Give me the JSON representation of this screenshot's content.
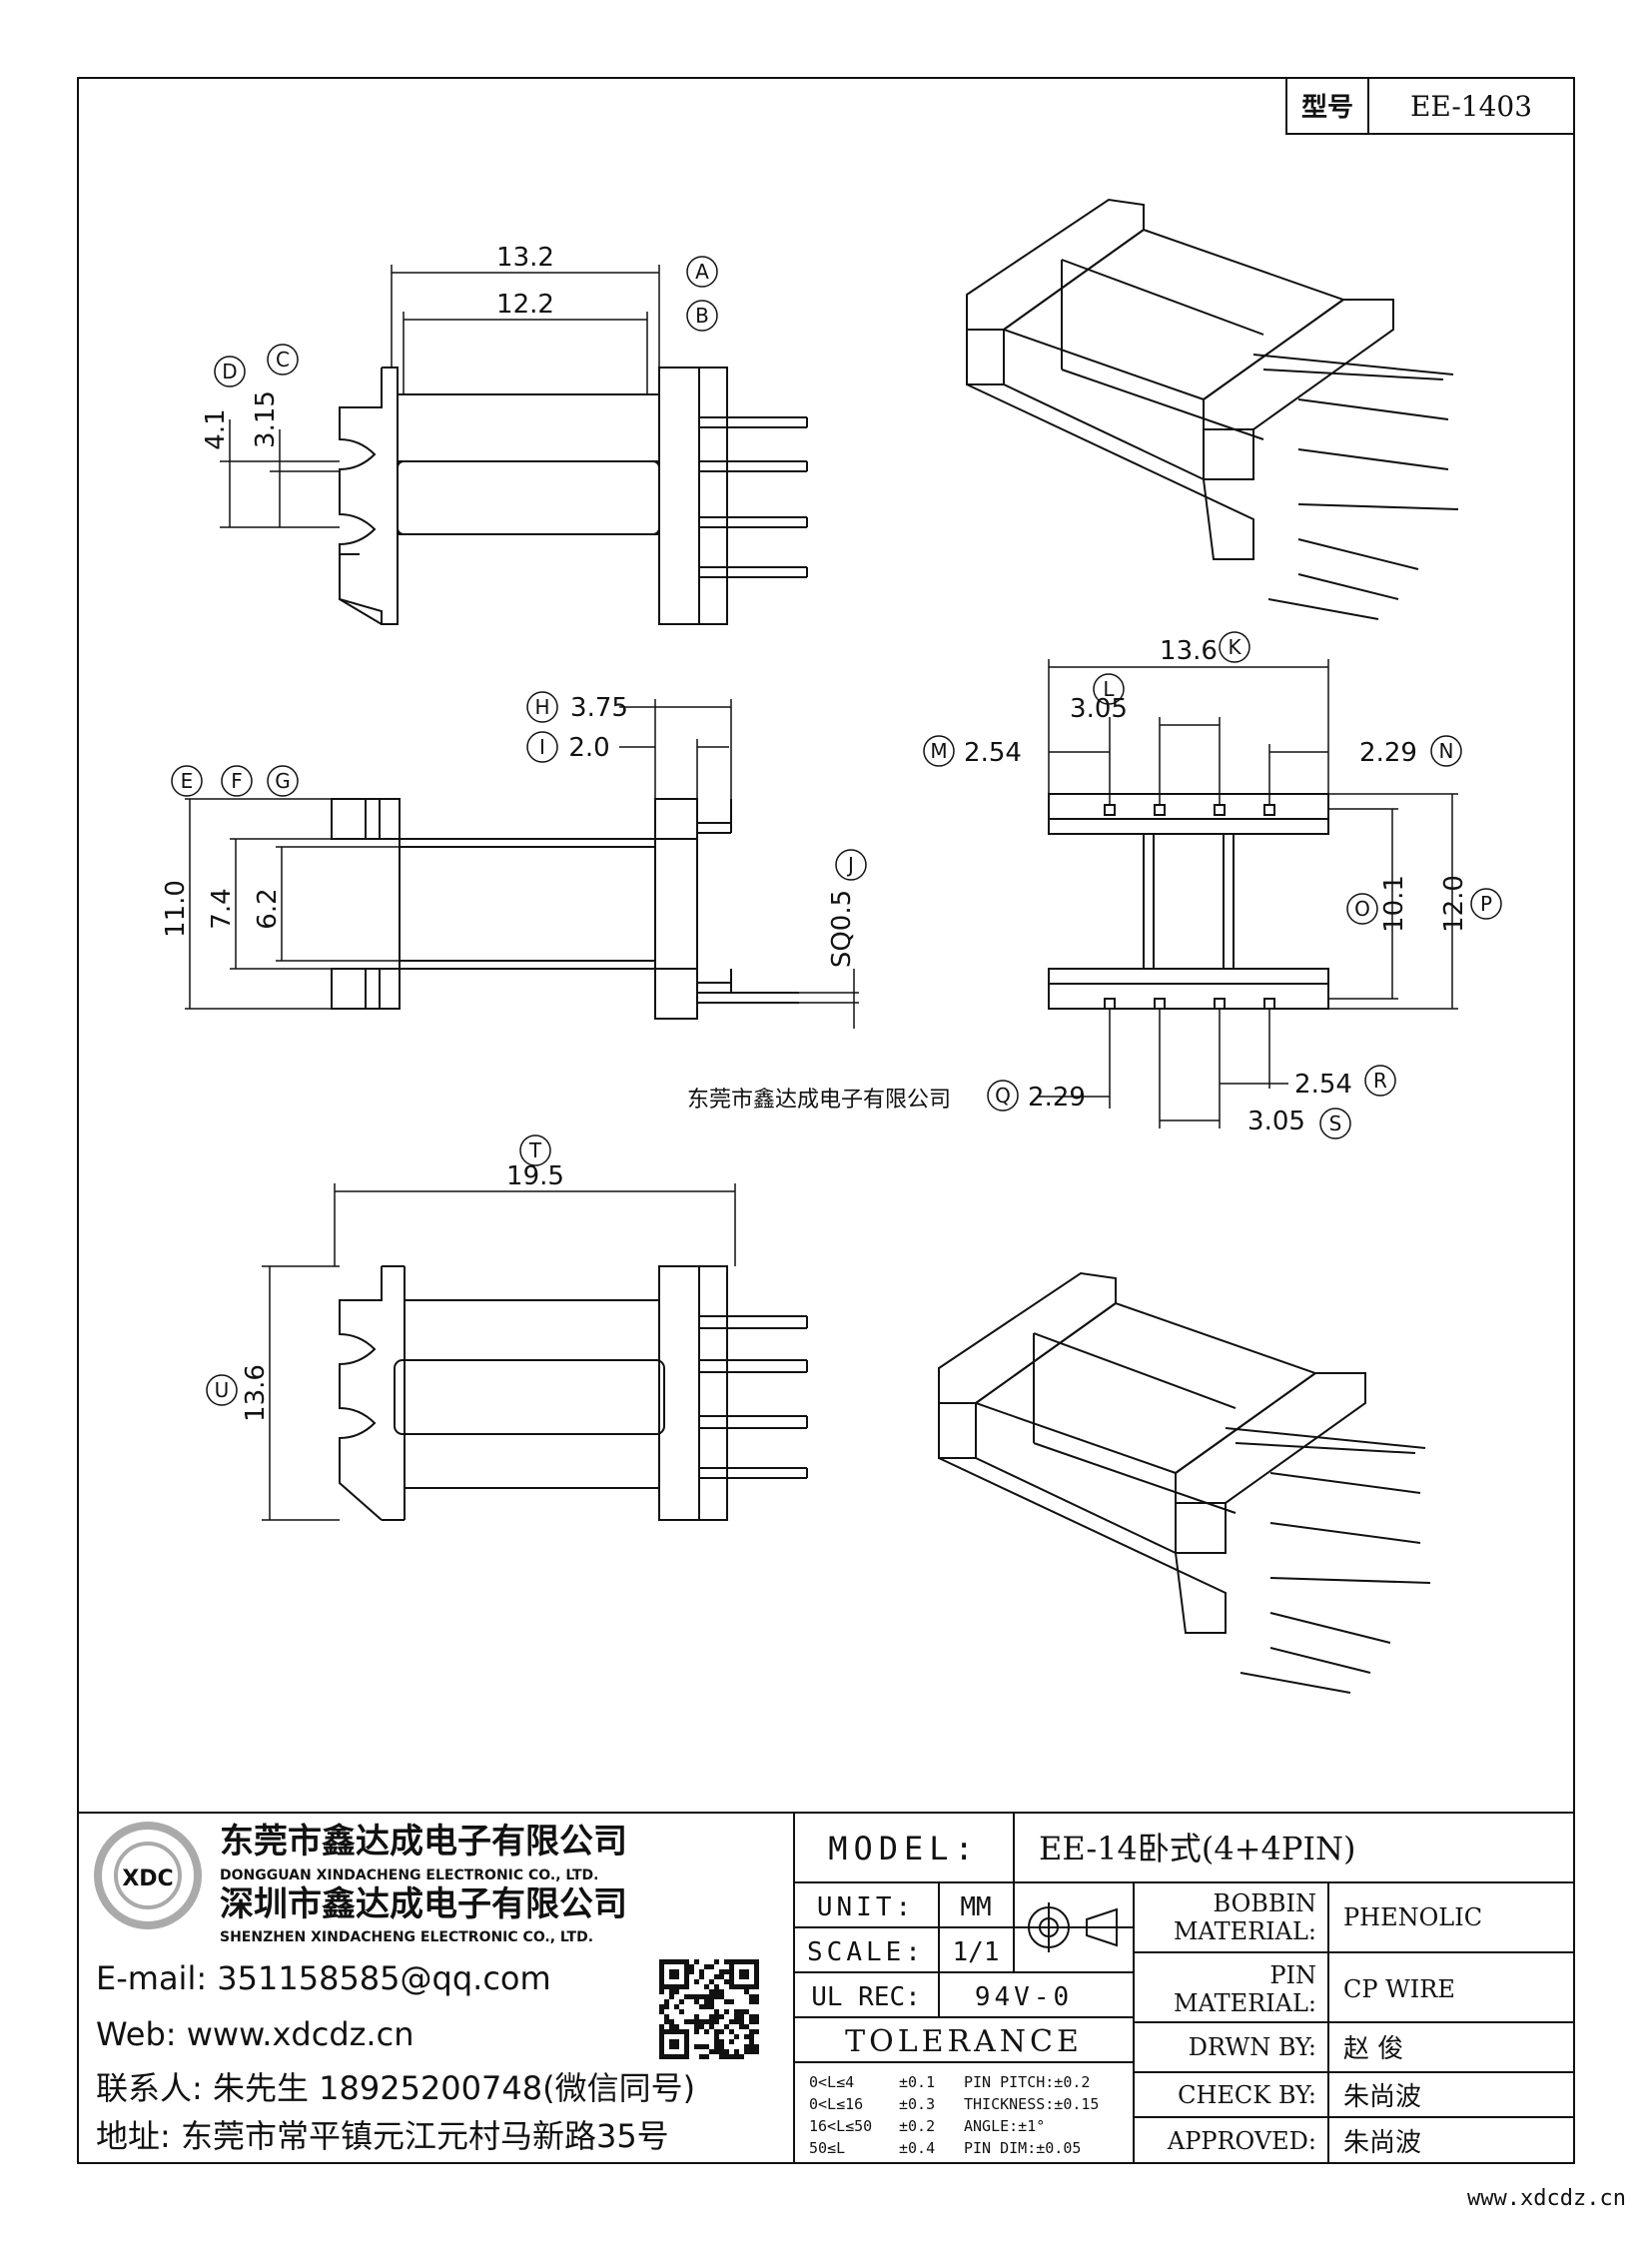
{
  "title_block": {
    "type_label": "型号",
    "type_value": "EE-1403"
  },
  "dimensions": {
    "A": "13.2",
    "B": "12.2",
    "C": "3.15",
    "D": "4.1",
    "E": "11.0",
    "F": "7.4",
    "G": "6.2",
    "H": "3.75",
    "I": "2.0",
    "J": "SQ0.5",
    "K": "13.6",
    "L": "3.05",
    "M": "2.54",
    "N": "2.29",
    "O": "10.1",
    "P": "12.0",
    "Q": "2.29",
    "R": "2.54",
    "S": "3.05",
    "T": "19.5",
    "U": "13.6"
  },
  "dimension_markers": [
    "A",
    "B",
    "C",
    "D",
    "E",
    "F",
    "G",
    "H",
    "I",
    "J",
    "K",
    "L",
    "M",
    "N",
    "O",
    "P",
    "Q",
    "R",
    "S",
    "T",
    "U"
  ],
  "watermark": "东莞市鑫达成电子有限公司",
  "company": {
    "name_cn_1": "东莞市鑫达成电子有限公司",
    "name_en_1": "DONGGUAN XINDACHENG ELECTRONIC CO., LTD.",
    "name_cn_2": "深圳市鑫达成电子有限公司",
    "name_en_2": "SHENZHEN XINDACHENG ELECTRONIC CO., LTD.",
    "logo_text": "XDC",
    "email": "E-mail: 351158585@qq.com",
    "web": "Web: www.xdcdz.cn",
    "contact": "联系人: 朱先生 18925200748(微信同号)",
    "address": "地址: 东莞市常平镇元江元村马新路35号"
  },
  "spec": {
    "model_label": "MODEL:",
    "model_value": "EE-14卧式(4+4PIN)",
    "unit_label": "UNIT:",
    "unit_value": "MM",
    "scale_label": "SCALE:",
    "scale_value": "1/1",
    "ulrec_label": "UL REC:",
    "ulrec_value": "94V-0",
    "tolerance_label": "TOLERANCE",
    "tolerance_rows": [
      {
        "range": "0<L≤4",
        "tol": "±0.1",
        "item": "PIN PITCH:±0.2"
      },
      {
        "range": "0<L≤16",
        "tol": "±0.3",
        "item": "THICKNESS:±0.15"
      },
      {
        "range": "16<L≤50",
        "tol": "±0.2",
        "item": "ANGLE:±1°"
      },
      {
        "range": "50≤L",
        "tol": "±0.4",
        "item": "PIN DIM:±0.05"
      }
    ],
    "bobbin_label_1": "BOBBIN",
    "bobbin_label_2": "MATERIAL:",
    "bobbin_value": "PHENOLIC",
    "pin_label_1": "PIN",
    "pin_label_2": "MATERIAL:",
    "pin_value": "CP WIRE",
    "drawn_label": "DRWN BY:",
    "drawn_value": "赵 俊",
    "check_label": "CHECK BY:",
    "check_value": "朱尚波",
    "approved_label": "APPROVED:",
    "approved_value": "朱尚波"
  },
  "footer_url": "www.xdcdz.cn"
}
